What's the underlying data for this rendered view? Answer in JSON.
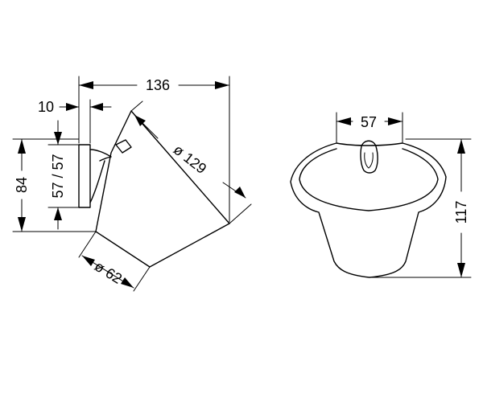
{
  "side_view": {
    "overall_width": "136",
    "wall_offset": "10",
    "cone_diameter": "ø 129",
    "height": "84",
    "mount_spacing": "57 / 57",
    "bottom_diameter": "ø 62"
  },
  "front_view": {
    "mount_width": "57",
    "height": "117"
  }
}
